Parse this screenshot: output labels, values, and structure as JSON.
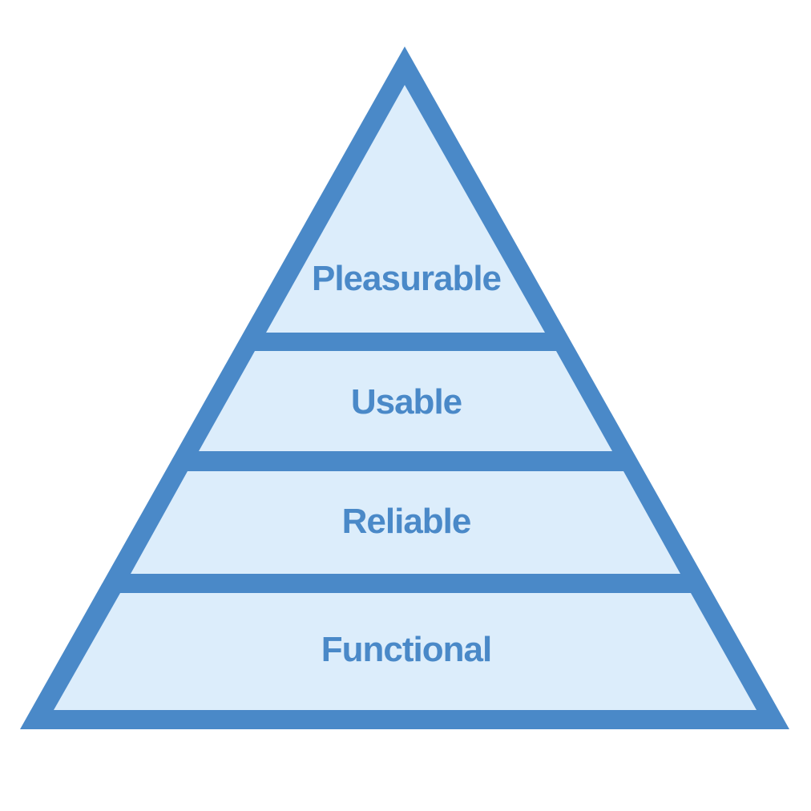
{
  "pyramid": {
    "colors": {
      "stroke": "#4a89c8",
      "fill": "#dcedfb",
      "text": "#4a89c8",
      "background": "#ffffff"
    },
    "levels": [
      {
        "label": "Pleasurable"
      },
      {
        "label": "Usable"
      },
      {
        "label": "Reliable"
      },
      {
        "label": "Functional"
      }
    ]
  }
}
